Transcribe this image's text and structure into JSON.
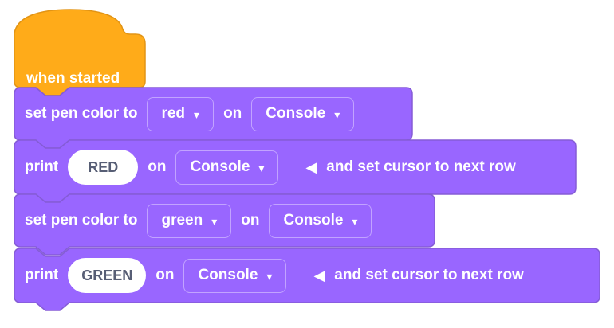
{
  "palette": {
    "canvas_bg": "#ffffff",
    "block_fill": "#9966FF",
    "block_stroke": "#855CD6",
    "hat_fill": "#FFAB19",
    "hat_stroke": "#E29415",
    "field_border": "rgba(255,255,255,0.4)",
    "input_fill": "#FFFFFF",
    "input_text": "#575E75",
    "label_text": "#FFFFFF"
  },
  "icons": {
    "dropdown_caret": "▾",
    "collapse_arrow": "◀"
  },
  "script": {
    "hat": {
      "label": "when started"
    },
    "stack": [
      {
        "prefix": "set pen color to",
        "value": "red",
        "mid": "on",
        "target": "Console"
      },
      {
        "prefix": "print",
        "value": "RED",
        "mid": "on",
        "target": "Console",
        "suffix": "and set cursor to next row"
      },
      {
        "prefix": "set pen color to",
        "value": "green",
        "mid": "on",
        "target": "Console"
      },
      {
        "prefix": "print",
        "value": "GREEN",
        "mid": "on",
        "target": "Console",
        "suffix": "and set cursor to next row"
      }
    ]
  }
}
